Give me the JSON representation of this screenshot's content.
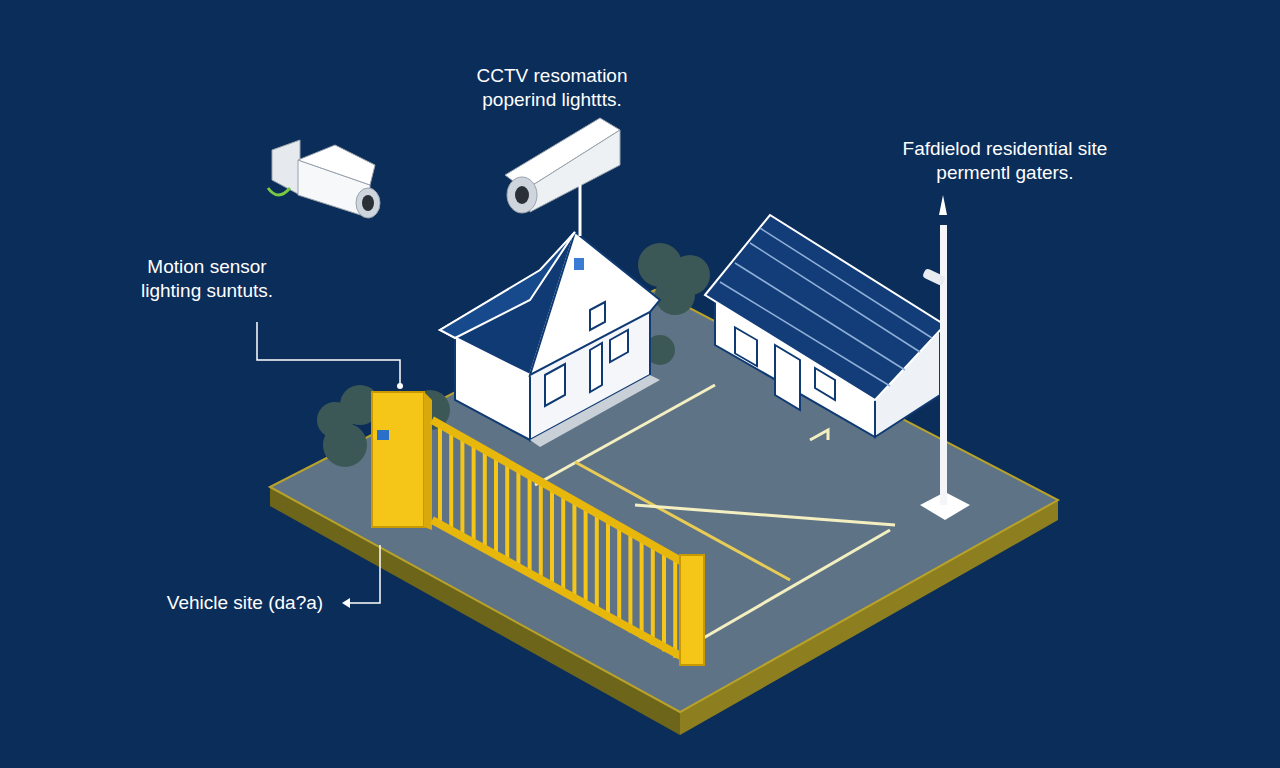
{
  "diagram": {
    "labels": [
      "CCTV resomation poperind lighttts.",
      "Motion sensor lighting suntuts.",
      "Fafdielod residential site permentl gaters.",
      "Vehicle site (da?a)"
    ]
  }
}
